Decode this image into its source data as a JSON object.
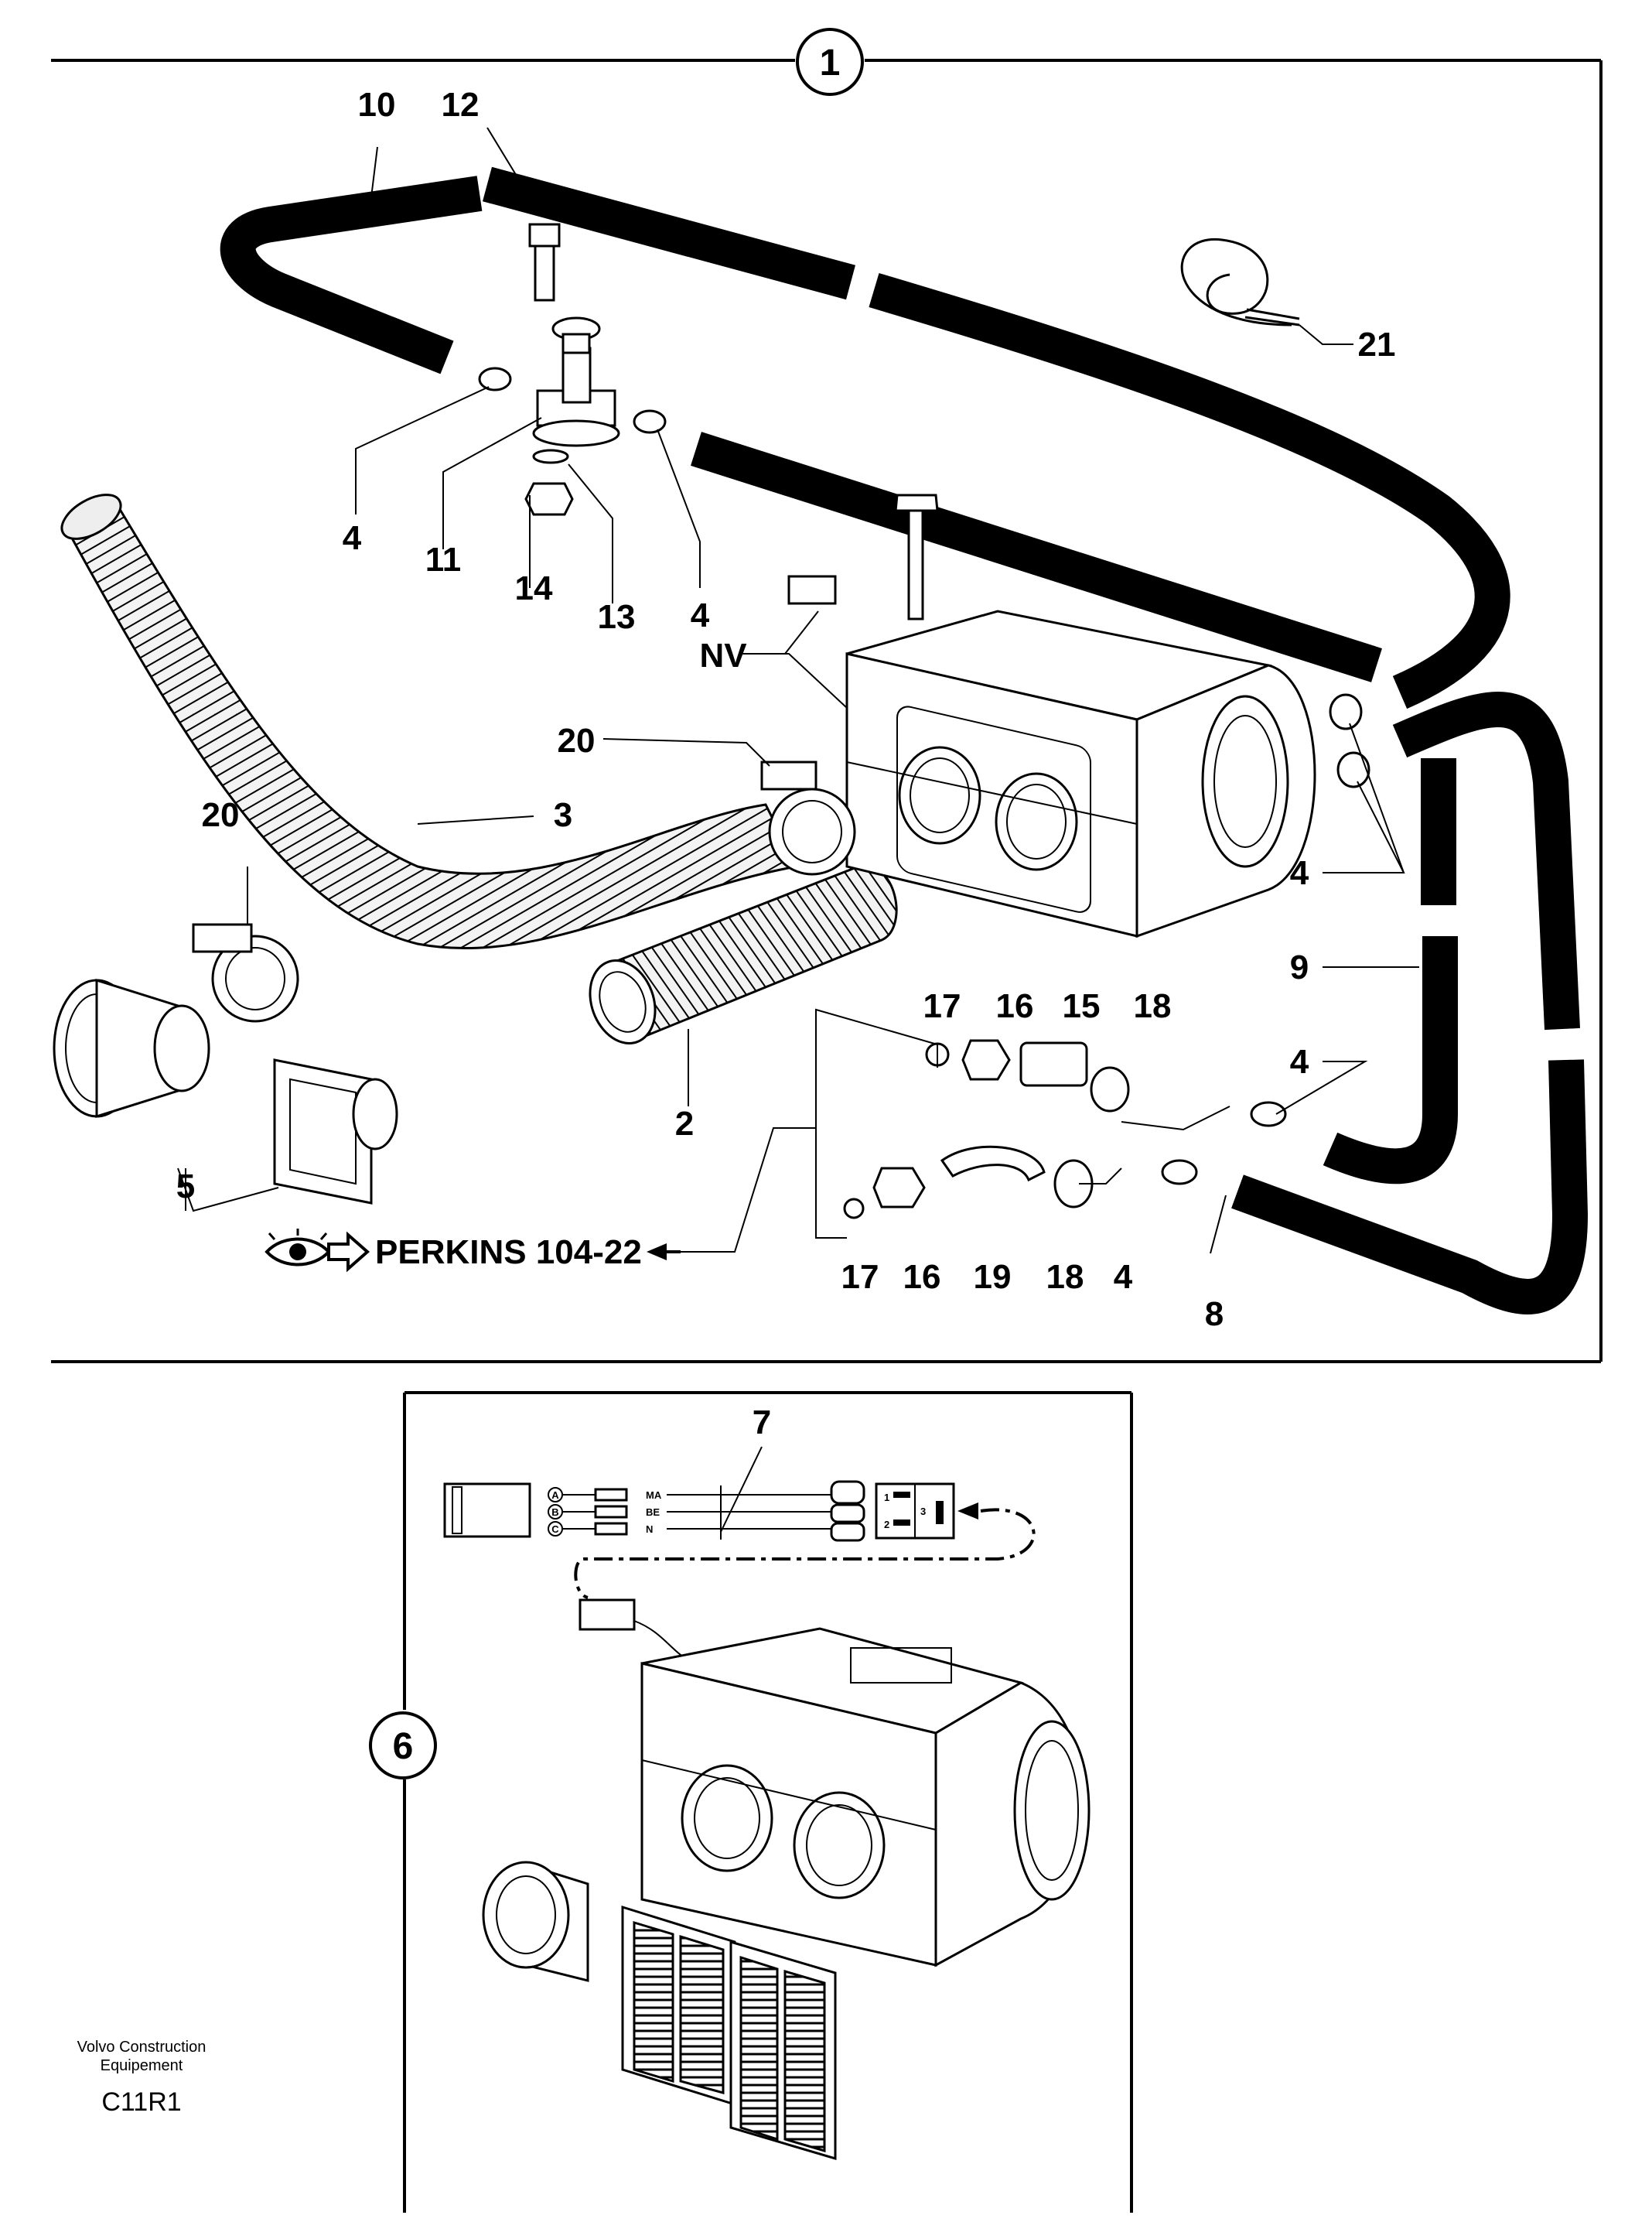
{
  "main_diagram": {
    "callout": "1",
    "labels": {
      "p10": "10",
      "p12": "12",
      "p21": "21",
      "p4_a": "4",
      "p11": "11",
      "p14": "14",
      "p13": "13",
      "p4_b": "4",
      "nv": "NV",
      "p20_a": "20",
      "p3": "3",
      "p20_b": "20",
      "p4_c": "4",
      "p9": "9",
      "p4_d": "4",
      "p17_a": "17",
      "p16_a": "16",
      "p15": "15",
      "p18_a": "18",
      "p2": "2",
      "p5": "5",
      "p17_b": "17",
      "p16_b": "16",
      "p19": "19",
      "p18_b": "18",
      "p4_e": "4",
      "p8": "8"
    },
    "reference_text": "PERKINS 104-22",
    "icons": [
      "eye-icon",
      "hollow-arrow-icon",
      "arrow-left-icon"
    ]
  },
  "inset_diagram": {
    "callout": "6",
    "part_label": "7",
    "wire_codes": [
      "MA",
      "BE",
      "N"
    ],
    "connector_pins": [
      "A",
      "B",
      "C"
    ],
    "plug_numbers": [
      "1",
      "2",
      "3"
    ]
  },
  "footer": {
    "brand_line1": "Volvo Construction",
    "brand_line2": "Equipement",
    "code": "C11R1"
  }
}
